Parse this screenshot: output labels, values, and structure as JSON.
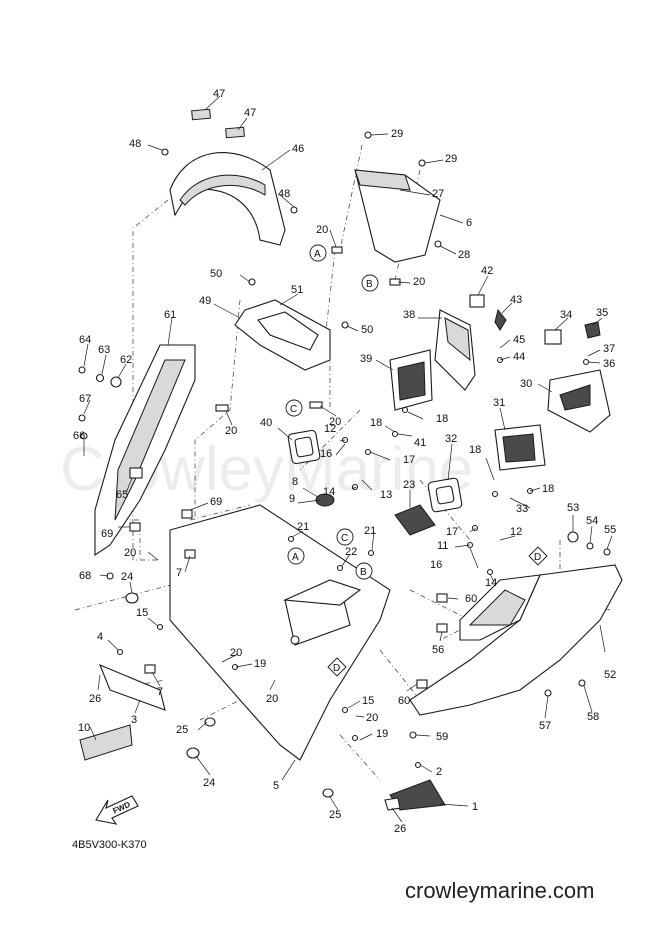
{
  "diagram_code": "4B5V300-K370",
  "website": "crowleymarine.com",
  "watermark": "CrowleyMarine",
  "fwd_label": "FWD",
  "colors": {
    "line": "#1a1a1a",
    "background": "#ffffff",
    "shade": "#d9d9d9"
  },
  "ref_labels": {
    "a": "A",
    "b": "B",
    "c": "C",
    "d": "D"
  },
  "callouts": [
    {
      "id": "c47a",
      "text": "47"
    },
    {
      "id": "c47b",
      "text": "47"
    },
    {
      "id": "c48a",
      "text": "48"
    },
    {
      "id": "c46",
      "text": "46"
    },
    {
      "id": "c48b",
      "text": "48"
    },
    {
      "id": "c29a",
      "text": "29"
    },
    {
      "id": "c29b",
      "text": "29"
    },
    {
      "id": "c27",
      "text": "27"
    },
    {
      "id": "c6",
      "text": "6"
    },
    {
      "id": "c20a",
      "text": "20"
    },
    {
      "id": "c28",
      "text": "28"
    },
    {
      "id": "c20b",
      "text": "20"
    },
    {
      "id": "c42",
      "text": "42"
    },
    {
      "id": "c43",
      "text": "43"
    },
    {
      "id": "c34",
      "text": "34"
    },
    {
      "id": "c35",
      "text": "35"
    },
    {
      "id": "c50a",
      "text": "50"
    },
    {
      "id": "c49",
      "text": "49"
    },
    {
      "id": "c51",
      "text": "51"
    },
    {
      "id": "c50b",
      "text": "50"
    },
    {
      "id": "c38",
      "text": "38"
    },
    {
      "id": "c45",
      "text": "45"
    },
    {
      "id": "c44",
      "text": "44"
    },
    {
      "id": "c37",
      "text": "37"
    },
    {
      "id": "c36",
      "text": "36"
    },
    {
      "id": "c61",
      "text": "61"
    },
    {
      "id": "c64",
      "text": "64"
    },
    {
      "id": "c63",
      "text": "63"
    },
    {
      "id": "c62",
      "text": "62"
    },
    {
      "id": "c39",
      "text": "39"
    },
    {
      "id": "c30",
      "text": "30"
    },
    {
      "id": "c67",
      "text": "67"
    },
    {
      "id": "c20c",
      "text": "20"
    },
    {
      "id": "c20d",
      "text": "20"
    },
    {
      "id": "c18a",
      "text": "18"
    },
    {
      "id": "c31",
      "text": "31"
    },
    {
      "id": "c40",
      "text": "40"
    },
    {
      "id": "c18b",
      "text": "18"
    },
    {
      "id": "c41",
      "text": "41"
    },
    {
      "id": "c66",
      "text": "66"
    },
    {
      "id": "c12a",
      "text": "12"
    },
    {
      "id": "c16a",
      "text": "16"
    },
    {
      "id": "c17a",
      "text": "17"
    },
    {
      "id": "c32",
      "text": "32"
    },
    {
      "id": "c18c",
      "text": "18"
    },
    {
      "id": "c65",
      "text": "65"
    },
    {
      "id": "c8",
      "text": "8"
    },
    {
      "id": "c14a",
      "text": "14"
    },
    {
      "id": "c13",
      "text": "13"
    },
    {
      "id": "c23",
      "text": "23"
    },
    {
      "id": "c18d",
      "text": "18"
    },
    {
      "id": "c9",
      "text": "9"
    },
    {
      "id": "c69a",
      "text": "69"
    },
    {
      "id": "c33",
      "text": "33"
    },
    {
      "id": "c53",
      "text": "53"
    },
    {
      "id": "c54",
      "text": "54"
    },
    {
      "id": "c55",
      "text": "55"
    },
    {
      "id": "c69b",
      "text": "69"
    },
    {
      "id": "c21a",
      "text": "21"
    },
    {
      "id": "c21b",
      "text": "21"
    },
    {
      "id": "c17b",
      "text": "17"
    },
    {
      "id": "c12b",
      "text": "12"
    },
    {
      "id": "c11",
      "text": "11"
    },
    {
      "id": "c22",
      "text": "22"
    },
    {
      "id": "c20e",
      "text": "20"
    },
    {
      "id": "c16b",
      "text": "16"
    },
    {
      "id": "c7a",
      "text": "7"
    },
    {
      "id": "c14b",
      "text": "14"
    },
    {
      "id": "c68",
      "text": "68"
    },
    {
      "id": "c24a",
      "text": "24"
    },
    {
      "id": "c60a",
      "text": "60"
    },
    {
      "id": "c15a",
      "text": "15"
    },
    {
      "id": "c56",
      "text": "56"
    },
    {
      "id": "c52",
      "text": "52"
    },
    {
      "id": "c4",
      "text": "4"
    },
    {
      "id": "c20f",
      "text": "20"
    },
    {
      "id": "c19a",
      "text": "19"
    },
    {
      "id": "c26a",
      "text": "26"
    },
    {
      "id": "c7b",
      "text": "7"
    },
    {
      "id": "c20g",
      "text": "20"
    },
    {
      "id": "c60b",
      "text": "60"
    },
    {
      "id": "c15b",
      "text": "15"
    },
    {
      "id": "c3",
      "text": "3"
    },
    {
      "id": "c20h",
      "text": "20"
    },
    {
      "id": "c57",
      "text": "57"
    },
    {
      "id": "c58",
      "text": "58"
    },
    {
      "id": "c10",
      "text": "10"
    },
    {
      "id": "c25a",
      "text": "25"
    },
    {
      "id": "c19b",
      "text": "19"
    },
    {
      "id": "c59",
      "text": "59"
    },
    {
      "id": "c24b",
      "text": "24"
    },
    {
      "id": "c5",
      "text": "5"
    },
    {
      "id": "c2",
      "text": "2"
    },
    {
      "id": "c1",
      "text": "1"
    },
    {
      "id": "c25b",
      "text": "25"
    },
    {
      "id": "c26b",
      "text": "26"
    }
  ]
}
